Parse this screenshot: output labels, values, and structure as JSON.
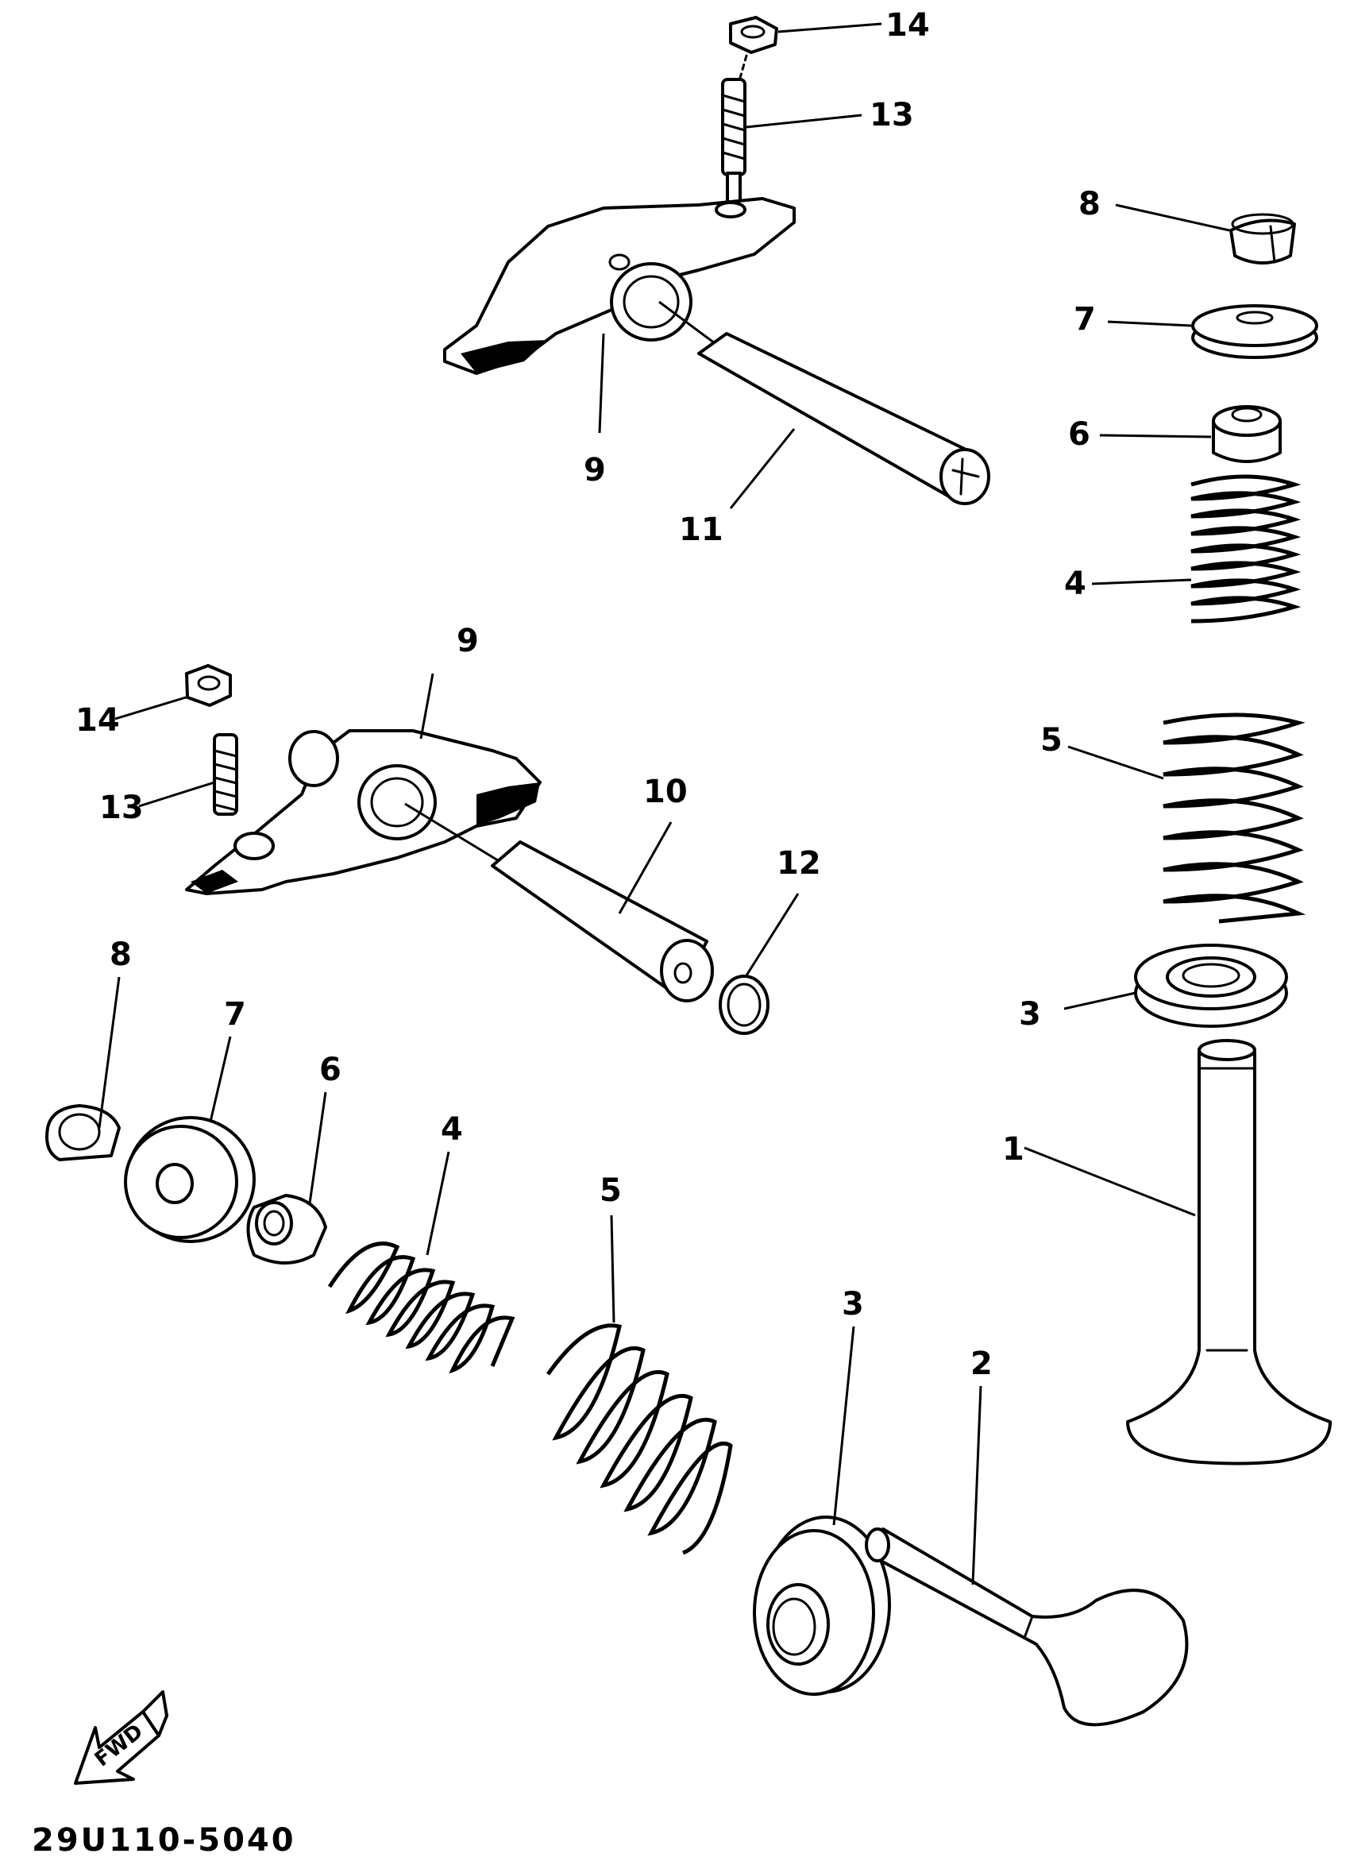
{
  "labels": {
    "c14_top": "14",
    "c13_top": "13",
    "c9_top": "9",
    "c11": "11",
    "c8_right": "8",
    "c7_right": "7",
    "c6_right": "6",
    "c4_right": "4",
    "c5_right": "5",
    "c3_right": "3",
    "c1": "1",
    "c9_mid": "9",
    "c14_mid": "14",
    "c13_mid": "13",
    "c10": "10",
    "c12": "12",
    "c8_left": "8",
    "c7_left": "7",
    "c6_left": "6",
    "c4_left": "4",
    "c5_left": "5",
    "c3_left": "3",
    "c2": "2"
  },
  "fwd_label": "FWD",
  "drawing_code": "29U110-5040"
}
